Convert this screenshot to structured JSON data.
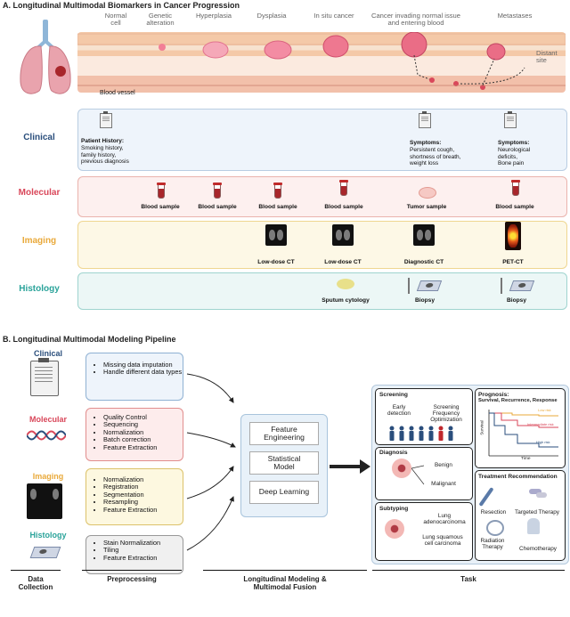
{
  "section_a": {
    "title": "A. Longitudinal Multimodal Biomarkers in Cancer Progression",
    "stages": [
      "Normal\ncell",
      "Genetic\nalteration",
      "Hyperplasia",
      "Dysplasia",
      "In situ cancer",
      "Cancer invading normal issue\nand entering blood",
      "Metastases"
    ],
    "distant_site": "Distant\nsite",
    "blood_vessel": "Blood vessel",
    "rows": {
      "clinical": {
        "label": "Clinical",
        "patient_history_title": "Patient History:",
        "patient_history_text": "Smoking history,\nfamily history,\nprevious diagnosis",
        "symptoms1_title": "Symptoms:",
        "symptoms1_text": "Persistent cough,\nshortness of breath,\nweight loss",
        "symptoms2_title": "Symptoms:",
        "symptoms2_text": "Neurological\ndeficits,\nBone pain"
      },
      "molecular": {
        "label": "Molecular",
        "items": [
          "Blood sample",
          "Blood sample",
          "Blood sample",
          "Blood sample",
          "Tumor sample",
          "Blood sample"
        ]
      },
      "imaging": {
        "label": "Imaging",
        "items": [
          "Low-dose CT",
          "Low-dose CT",
          "Diagnostic CT",
          "PET-CT"
        ]
      },
      "histology": {
        "label": "Histology",
        "items": [
          "Sputum cytology",
          "Biopsy",
          "Biopsy"
        ]
      }
    }
  },
  "section_b": {
    "title": "B. Longitudinal Multimodal Modeling Pipeline",
    "modalities": [
      {
        "label": "Clinical",
        "color": "#2a4e7c",
        "steps": [
          "Missing data imputation",
          "Handle different data types"
        ]
      },
      {
        "label": "Molecular",
        "color": "#d9475a",
        "steps": [
          "Quality Control",
          "Sequencing",
          "Normalization",
          "Batch correction",
          "Feature Extraction"
        ]
      },
      {
        "label": "Imaging",
        "color": "#e9a93a",
        "steps": [
          "Normalization",
          "Registration",
          "Segmentation",
          "Resampling",
          "Feature Extraction"
        ]
      },
      {
        "label": "Histology",
        "color": "#2aa39a",
        "steps": [
          "Stain Normalization",
          "Tiling",
          "Feature Extraction"
        ]
      }
    ],
    "fusion": [
      "Feature\nEngineering",
      "Statistical\nModel",
      "Deep Learning"
    ],
    "tasks": {
      "screening": {
        "title": "Screening",
        "left": "Early\ndetection",
        "right": "Screening\nFrequency\nOptimization"
      },
      "prognosis": {
        "title": "Prognosis:",
        "subtitle": "Survival, Recurrence, Response",
        "ylabel": "Survival",
        "xlabel": "Time",
        "low_risk": "Low risk",
        "intermediate_risk": "Intermediate risk",
        "high_risk": "High risk"
      },
      "diagnosis": {
        "title": "Diagnosis",
        "benign": "Benign",
        "malignant": "Malignant"
      },
      "subtyping": {
        "title": "Subtyping",
        "a": "Lung\nadenocarcinoma",
        "b": "Lung squamous\ncell carcinoma"
      },
      "treatment": {
        "title": "Treatment Recommendation",
        "resection": "Resection",
        "targeted": "Targeted Therapy",
        "radiation": "Radiation\nTherapy",
        "chemo": "Chemotherapy"
      }
    },
    "footer": [
      "Data\nCollection",
      "Preprocessing",
      "Longitudinal Modeling &\nMultimodal Fusion",
      "Task"
    ]
  },
  "colors": {
    "clinical": "#2a4e7c",
    "molecular": "#d9475a",
    "imaging": "#e9a93a",
    "histology": "#2aa39a"
  }
}
